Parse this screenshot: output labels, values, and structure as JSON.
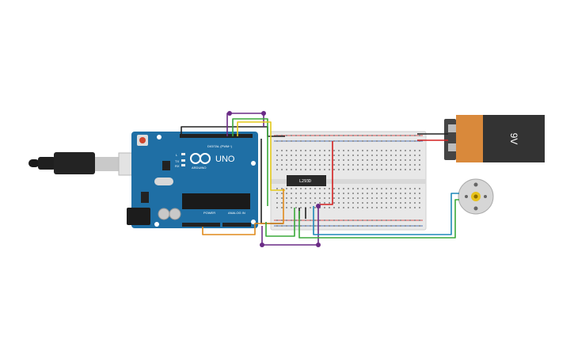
{
  "arduino": {
    "brand": "UNO",
    "name": "ARDUINO",
    "digital_label": "DIGITAL (PWM~)",
    "power_label": "POWER",
    "analog_label": "ANALOG IN",
    "tx_label": "TX",
    "rx_label": "RX",
    "l_label": "L"
  },
  "ic": {
    "label": "L293D"
  },
  "battery": {
    "label": "9V"
  },
  "colors": {
    "board": "#1f6fa5",
    "breadboard": "#e8e8e8",
    "battery_copper": "#d9893b",
    "battery_body": "#333333",
    "wire_black": "#222222",
    "wire_red": "#d32020",
    "wire_purple": "#6a2b86",
    "wire_green": "#3aa93a",
    "wire_yellow": "#e5c91c",
    "wire_orange": "#e08a1c",
    "wire_blue": "#1e88b8"
  }
}
